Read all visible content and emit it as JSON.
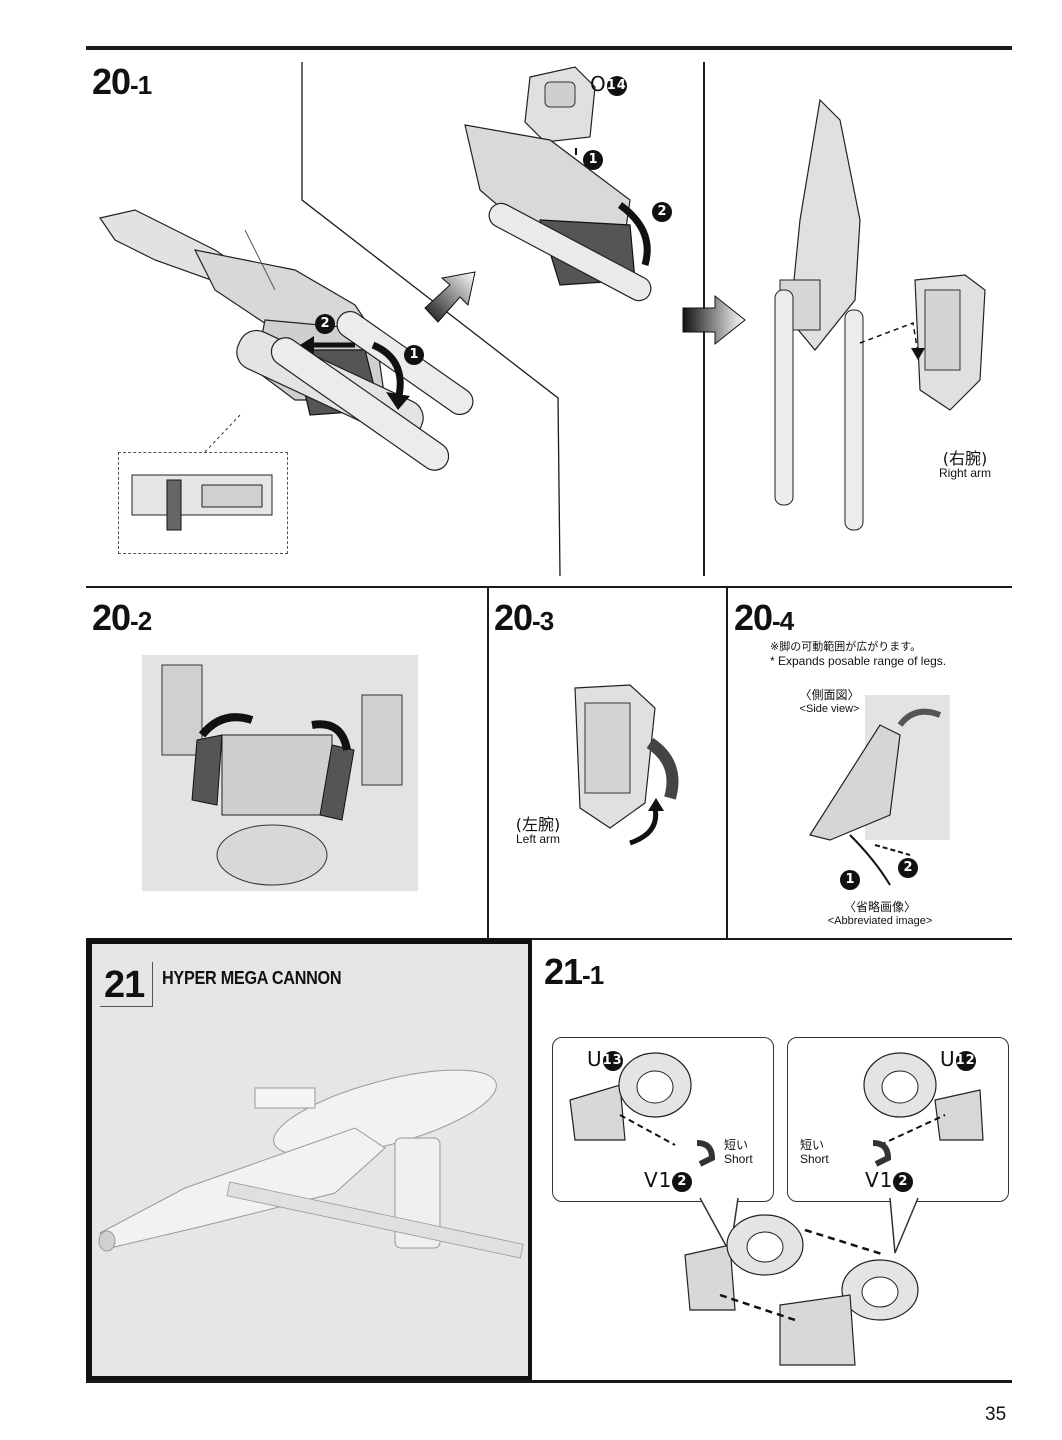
{
  "steps": {
    "s20_1": {
      "main": "20",
      "sub": "-1"
    },
    "s20_2": {
      "main": "20",
      "sub": "-2"
    },
    "s20_3": {
      "main": "20",
      "sub": "-3"
    },
    "s20_4": {
      "main": "20",
      "sub": "-4"
    },
    "s21": {
      "main": "21"
    },
    "s21_1": {
      "main": "21",
      "sub": "-1"
    }
  },
  "section21_title": "HYPER MEGA CANNON",
  "parts": {
    "o14": {
      "letter": "O",
      "num": "14"
    },
    "u13": {
      "letter": "U",
      "num": "13"
    },
    "u12": {
      "letter": "U",
      "num": "12"
    },
    "v1_left": {
      "letter": "V1",
      "num": "2"
    },
    "v1_right": {
      "letter": "V1",
      "num": "2"
    }
  },
  "order_marks": {
    "one": "1",
    "two": "2"
  },
  "labels": {
    "right_arm_jp": "(右腕)",
    "right_arm_en": "Right arm",
    "left_arm_jp": "(左腕)",
    "left_arm_en": "Left arm",
    "short_jp": "短い",
    "short_en": "Short"
  },
  "notes_20_4": {
    "jp": "※脚の可動範囲が広がります。",
    "en": "* Expands posable range of legs.",
    "side_view_jp": "〈側面図〉",
    "side_view_en": "<Side view>",
    "abbrev_jp": "〈省略画像〉",
    "abbrev_en": "<Abbreviated image>"
  },
  "page_number": "35",
  "colors": {
    "panel21_bg": "#e6e6e6",
    "ink": "#111111",
    "part_gray": "#d4d4d4"
  }
}
